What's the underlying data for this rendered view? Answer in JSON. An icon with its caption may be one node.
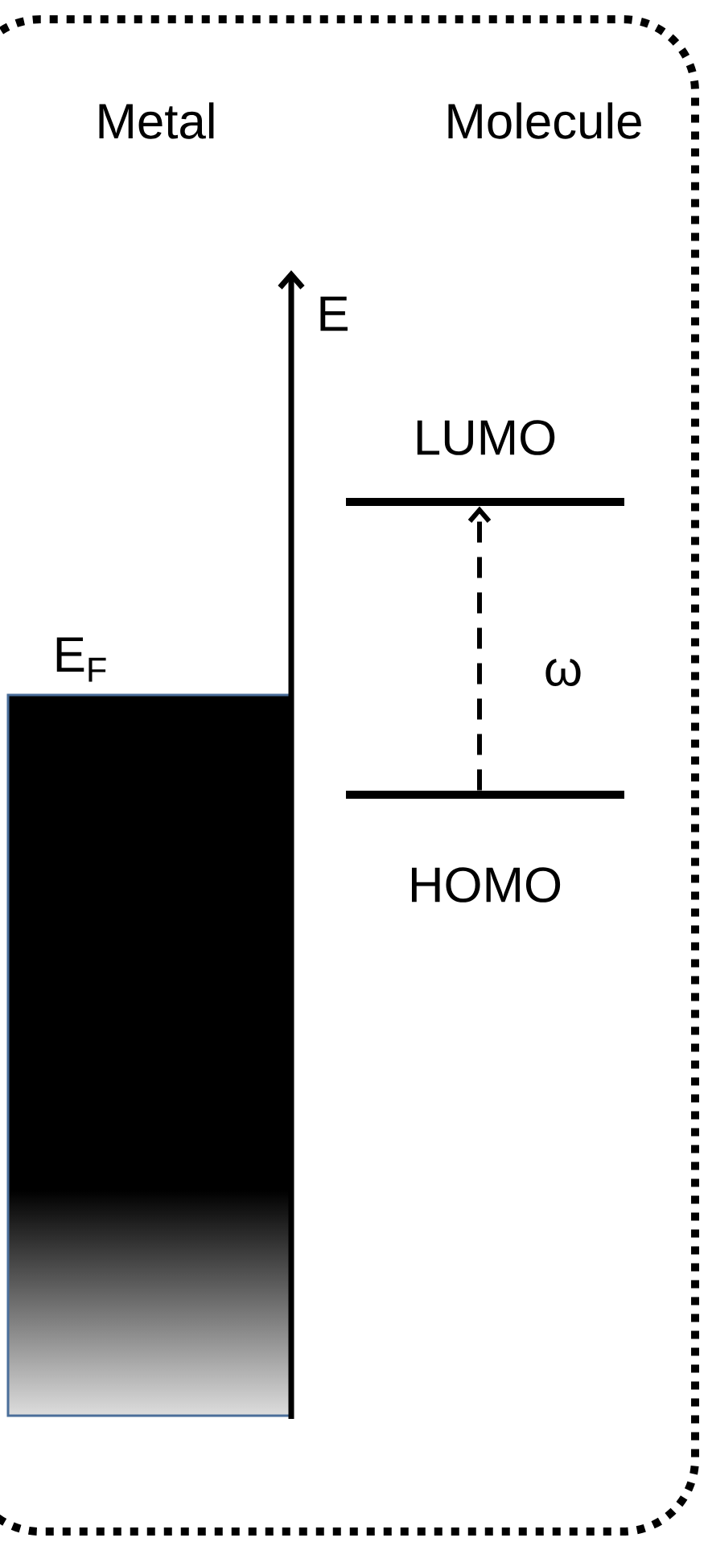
{
  "diagram": {
    "nodes": [
      {
        "text": [
          "LUMO"
        ]
      },
      {
        "text": [
          "HOMO"
        ]
      }
    ],
    "edges": [
      {
        "from": 1,
        "to": 0,
        "arrow": "to",
        "style": "dashed",
        "label": "ω"
      }
    ],
    "labels": [
      "Metal",
      "Molecule",
      "E",
      "E$_{F}$"
    ]
  }
}
